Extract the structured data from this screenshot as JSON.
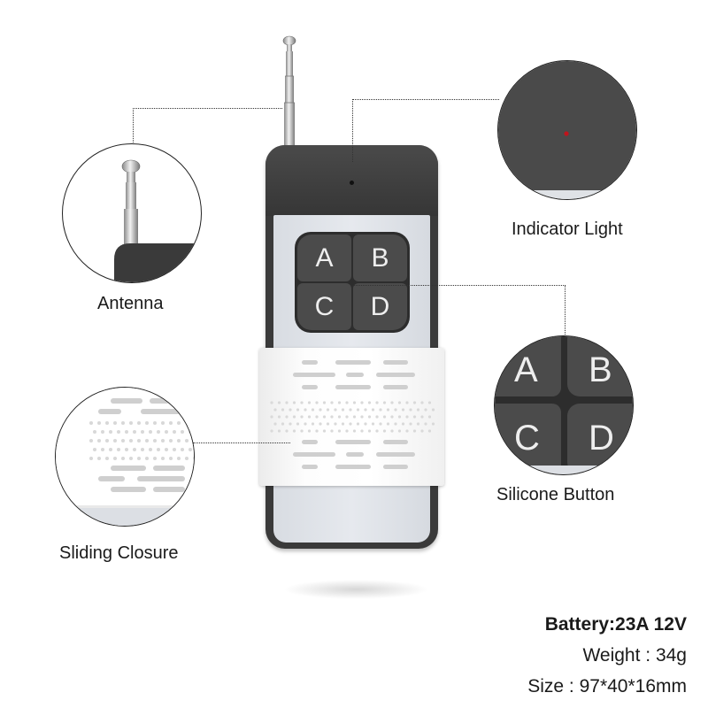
{
  "callouts": {
    "antenna": "Antenna",
    "indicator": "Indicator Light",
    "buttons": "Silicone Button",
    "closure": "Sliding Closure"
  },
  "buttons": [
    "A",
    "B",
    "C",
    "D"
  ],
  "specs": {
    "battery": "Battery:23A  12V",
    "weight": "Weight : 34g",
    "size": "Size : 97*40*16mm"
  },
  "colors": {
    "remote_body": "#3a3a3a",
    "face": "#e2e5ea",
    "button": "#4b4b4b",
    "indicator_led": "#c0141c",
    "slider": "#ffffff"
  }
}
